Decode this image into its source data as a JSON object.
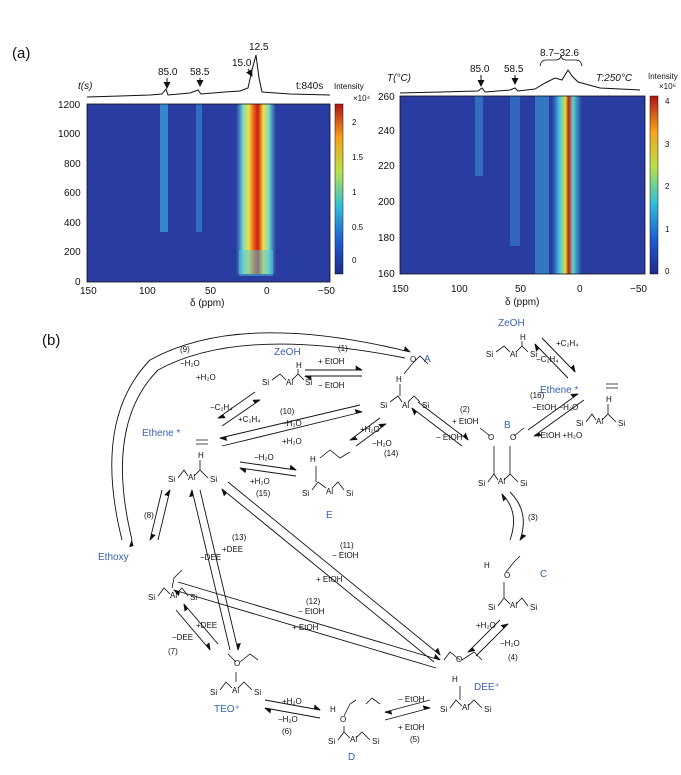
{
  "panel_labels": {
    "a": "(a)",
    "b": "(b)"
  },
  "left_plot": {
    "top_axis_label": "t(s)",
    "top_right_label": "t:840s",
    "peak_labels": [
      "85.0",
      "58.5",
      "15.0",
      "12.5"
    ],
    "y_ticks": [
      "1200",
      "1000",
      "800",
      "600",
      "400",
      "200",
      "0"
    ],
    "x_ticks": [
      "150",
      "100",
      "50",
      "0",
      "−50"
    ],
    "x_label": "δ (ppm)",
    "colorbar_title": "Intensity",
    "colorbar_exp": "×10⁴",
    "colorbar_ticks": [
      "2",
      "1.5",
      "1",
      "0.5",
      "0"
    ]
  },
  "right_plot": {
    "top_axis_label": "T(°C)",
    "top_right_label": "T:250°C",
    "peak_labels": [
      "85.0",
      "58.5",
      "8.7–32.6"
    ],
    "y_ticks": [
      "260",
      "240",
      "220",
      "200",
      "180",
      "160"
    ],
    "x_ticks": [
      "150",
      "100",
      "50",
      "0",
      "−50"
    ],
    "x_label": "δ (ppm)",
    "colorbar_title": "Intensity",
    "colorbar_exp": "×10⁶",
    "colorbar_ticks": [
      "4",
      "3",
      "2",
      "1",
      "0"
    ]
  },
  "scheme": {
    "species": {
      "zeoh_top": "ZeOH",
      "zeoh_right": "ZeOH",
      "ethene_left": "Ethene *",
      "ethene_right": "Ethene *",
      "ethoxy": "Ethoxy",
      "teo": "TEO⁺",
      "dee": "DEE⁺",
      "A": "A",
      "B": "B",
      "C": "C",
      "D": "D",
      "E": "E"
    },
    "steps": {
      "s1": "(1)",
      "s1_fwd": "+ EtOH",
      "s1_rev": "− EtOH",
      "s2": "(2)",
      "s2_fwd": "+ EtOH",
      "s2_rev": "− EtOH",
      "s3": "(3)",
      "s4": "(4)",
      "s4_fwd": "+H₂O",
      "s4_rev": "−H₂O",
      "s5": "(5)",
      "s5_fwd": "− EtOH",
      "s5_rev": "+ EtOH",
      "s6": "(6)",
      "s6_fwd": "+H₂O",
      "s6_rev": "−H₂O",
      "s7": "(7)",
      "s7_fwd": "+DEE",
      "s7_rev": "−DEE",
      "s8": "(8)",
      "s9": "(9)",
      "s9_a": "−H₂O",
      "s9_b": "+H₂O",
      "s10": "(10)",
      "s10_a": "−H₂O",
      "s10_b": "+H₂O",
      "s11": "(11)",
      "s11_a": "− EtOH",
      "s11_b": "+ EtOH",
      "s12": "(12)",
      "s12_a": "− EtOH",
      "s12_b": "+ EtOH",
      "s13": "(13)",
      "s13_a": "+DEE",
      "s13_b": "−DEE",
      "s14": "(14)",
      "s14_a": "+H₂O",
      "s14_b": "−H₂O",
      "s15": "(15)",
      "s15_a": "−H₂O",
      "s15_b": "+H₂O",
      "s16": "(16)",
      "s16_a": "−EtOH −H₂O",
      "s16_b": "+EtOH +H₂O",
      "c2h4_a": "−C₂H₄",
      "c2h4_b": "+C₂H₄",
      "c2h4_c": "+C₂H₄",
      "c2h4_d": "−C₂H₄"
    },
    "atoms": {
      "si": "Si",
      "al": "Al",
      "o": "O",
      "h": "H",
      "plus": "+",
      "minus": "−"
    }
  }
}
